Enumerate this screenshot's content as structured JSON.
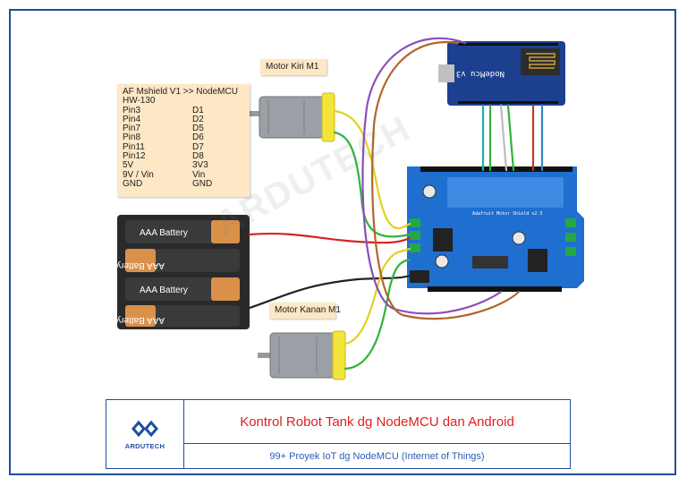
{
  "watermark": "ARDUTECH",
  "pin_map": {
    "header": "AF Mshield V1  >>  NodeMCU",
    "model": "HW-130",
    "rows": [
      {
        "a": "Pin3",
        "b": "D1"
      },
      {
        "a": "Pin4",
        "b": "D2"
      },
      {
        "a": "Pin7",
        "b": "D5"
      },
      {
        "a": "Pin8",
        "b": "D6"
      },
      {
        "a": "Pin11",
        "b": "D7"
      },
      {
        "a": "Pin12",
        "b": "D8"
      },
      {
        "a": "5V",
        "b": "3V3"
      },
      {
        "a": "9V / Vin",
        "b": "Vin"
      },
      {
        "a": "GND",
        "b": "GND"
      }
    ]
  },
  "motor_kiri_label": "Motor Kiri M1",
  "motor_kanan_label": "Motor Kanan M1",
  "battery_label": "AAA Battery",
  "nodemcu_label": "NodeMcu v3",
  "shield_label": "Adafruit Motor Shield v2.3",
  "footer": {
    "brand": "ARDUTECH",
    "title": "Kontrol Robot Tank dg NodeMCU dan Android",
    "subtitle": "99+ Proyek IoT dg NodeMCU (Internet of Things)"
  },
  "colors": {
    "frame": "#1f4e9e",
    "title": "#e02020",
    "subtitle": "#2b5db5",
    "note_bg": "#fde7c5",
    "shield": "#1e6fd0",
    "nodemcu": "#1d3f8f",
    "battery_body": "#333333",
    "battery_cap": "#d9914a",
    "motor_body": "#9aa0a6",
    "motor_cap": "#f3e43a"
  }
}
